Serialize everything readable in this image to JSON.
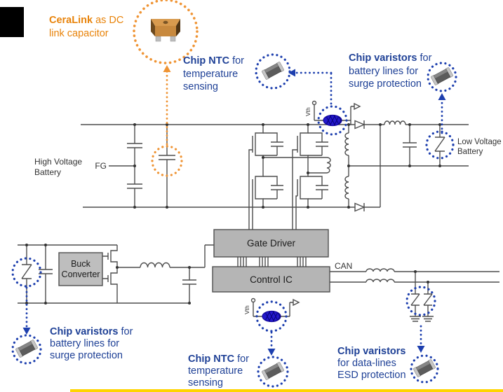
{
  "annotations": {
    "accent_orange": "#e8830a",
    "accent_blue": "#1e4096",
    "ceralink": {
      "bold": "CeraLink",
      "after": " as DC",
      "line2": "link capacitor"
    },
    "ntc_top": {
      "bold": "Chip NTC",
      "after": " for",
      "line2": "temperature",
      "line3": "sensing"
    },
    "varistors_top": {
      "bold": "Chip varistors",
      "after": " for",
      "line2": "battery lines for",
      "line3": "surge protection"
    },
    "varistors_left": {
      "bold": "Chip varistors",
      "after": " for",
      "line2": "battery lines for",
      "line3": "surge protection"
    },
    "ntc_bottom": {
      "bold": "Chip NTC",
      "after": " for",
      "line2": "temperature",
      "line3": "sensing"
    },
    "varistors_right": {
      "bold": "Chip varistors",
      "after": "",
      "line2": "for data-lines",
      "line3": "ESD protection"
    }
  },
  "circuit": {
    "labels": {
      "hv_battery_line1": "High Voltage",
      "hv_battery_line2": "Battery",
      "lv_battery_line1": "Low Voltage",
      "lv_battery_line2": "Battery",
      "fg": "FG",
      "can": "CAN",
      "vth": "Vth",
      "gate_driver": "Gate Driver",
      "control_ic": "Control IC",
      "buck_line1": "Buck",
      "buck_line2": "Converter"
    },
    "colors": {
      "wire": "#4d4d4d",
      "box_fill": "#b5b5b5",
      "ntc_fill": "#2418cc",
      "chip_body": "#5c5c5c",
      "chip_ends": "#c6c6c6",
      "yellow_bar": "#ffd400"
    }
  }
}
